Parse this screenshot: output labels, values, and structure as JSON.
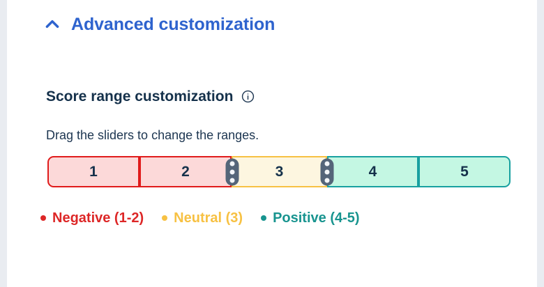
{
  "section": {
    "title": "Advanced customization",
    "collapse_icon": "chevron-up-icon",
    "expanded": true,
    "accent_color": "#2e63ce"
  },
  "score_range": {
    "title": "Score range customization",
    "info_icon": "info-icon",
    "helper_text": "Drag the sliders to change the ranges.",
    "segments": [
      {
        "label": "1",
        "category": "negative",
        "fill": "#fcd9d9",
        "border": "#e01b1b"
      },
      {
        "label": "2",
        "category": "negative",
        "fill": "#fcd9d9",
        "border": "#e01b1b"
      },
      {
        "label": "3",
        "category": "neutral",
        "fill": "#fdf6e0",
        "border": "#f7c143"
      },
      {
        "label": "4",
        "category": "positive",
        "fill": "#c4f7e3",
        "border": "#18a0a0"
      },
      {
        "label": "5",
        "category": "positive",
        "fill": "#c4f7e3",
        "border": "#18a0a0"
      }
    ],
    "handles": [
      {
        "name": "negative-neutral-handle",
        "between": "2-3"
      },
      {
        "name": "neutral-positive-handle",
        "between": "3-4"
      }
    ],
    "legend": [
      {
        "label": "Negative (1-2)",
        "color": "#dd2727"
      },
      {
        "label": "Neutral (3)",
        "color": "#f7c143"
      },
      {
        "label": "Positive (4-5)",
        "color": "#18948f"
      }
    ]
  }
}
